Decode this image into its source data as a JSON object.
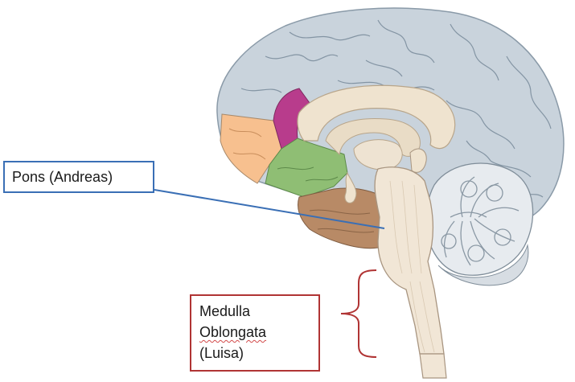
{
  "labels": {
    "pons": "Pons (Andreas)",
    "medulla_line1": "Medulla",
    "medulla_line2": "Oblongata",
    "medulla_line3": "(Luisa)"
  },
  "colors": {
    "pons_border": "#3a6fb5",
    "pons_pointer": "#3a6fb5",
    "medulla_border": "#b03434",
    "medulla_bracket": "#b03434",
    "cortex": "#c9d3dc",
    "prefrontal_region": "#f7c08f",
    "magenta_region": "#b83c8c",
    "green_region": "#8fbe74",
    "temporal_region": "#b88a66",
    "brainstem": "#f1e6d6",
    "cerebellum": "#e7ebef",
    "corpus_callosum": "#efe3cf"
  }
}
